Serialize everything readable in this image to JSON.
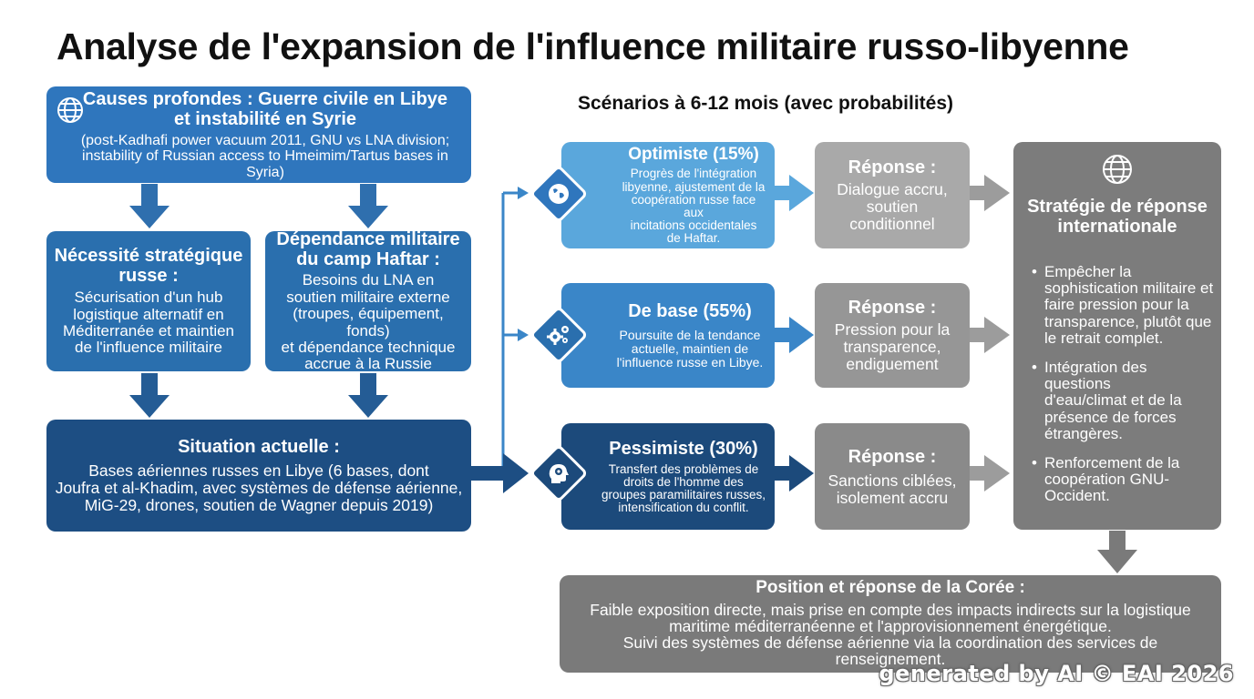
{
  "title": "Analyse de l'expansion de l'influence militaire russo-libyenne",
  "scenarios_title": "Scénarios à 6-12 mois (avec probabilités)",
  "causes": {
    "heading_line1": "Causes profondes : Guerre civile en Libye",
    "heading_line2": "et instabilité en Syrie",
    "body_line1": "(post-Kadhafi power vacuum 2011, GNU vs LNA division;",
    "body_line2": "instability of Russian access to Hmeimim/Tartus bases in Syria)",
    "icon": "globe-icon"
  },
  "necessity": {
    "heading_line1": "Nécessité stratégique",
    "heading_line2": "russe :",
    "body": [
      "Sécurisation d'un hub",
      "logistique alternatif en",
      "Méditerranée et maintien",
      "de l'influence militaire"
    ]
  },
  "dependence": {
    "heading_line1": "Dépendance militaire",
    "heading_line2": "du camp Haftar :",
    "body": [
      "Besoins du LNA en",
      "soutien militaire externe",
      "(troupes, équipement, fonds)",
      "et dépendance technique",
      "accrue à la Russie"
    ]
  },
  "current": {
    "heading": "Situation actuelle :",
    "body": [
      "Bases aériennes russes en Libye (6 bases, dont",
      "Joufra et al-Khadim, avec systèmes de défense aérienne,",
      "MiG-29, drones, soutien de Wagner depuis 2019)"
    ]
  },
  "scenarios": [
    {
      "heading": "Optimiste (15%)",
      "icon": "globe-icon",
      "body": [
        "Progrès de l'intégration",
        "libyenne, ajustement de la",
        "coopération russe face aux",
        "incitations occidentales",
        "de Haftar."
      ],
      "response_heading": "Réponse :",
      "response_body": [
        "Dialogue accru,",
        "soutien",
        "conditionnel"
      ]
    },
    {
      "heading": "De base (55%)",
      "icon": "gears-icon",
      "body": [
        "Poursuite de la tendance",
        "actuelle, maintien de",
        "l'influence russe en Libye."
      ],
      "response_heading": "Réponse :",
      "response_body": [
        "Pression pour la",
        "transparence,",
        "endiguement"
      ]
    },
    {
      "heading": "Pessimiste (30%)",
      "icon": "head-gear-icon",
      "body": [
        "Transfert des problèmes de",
        "droits de l'homme des",
        "groupes paramilitaires russes,",
        "intensification du conflit."
      ],
      "response_heading": "Réponse :",
      "response_body": [
        "Sanctions ciblées,",
        "isolement accru"
      ]
    }
  ],
  "strategy": {
    "heading_line1": "Stratégie de réponse",
    "heading_line2": "internationale",
    "icon": "globe-icon",
    "bullets": [
      [
        "Empêcher la",
        "sophistication militaire et",
        "faire pression pour la",
        "transparence, plutôt que",
        "le retrait complet."
      ],
      [
        "Intégration des questions",
        "d'eau/climat et de la",
        "présence de forces",
        "étrangères."
      ],
      [
        "Renforcement de la",
        "coopération GNU-",
        "Occident."
      ]
    ]
  },
  "korea": {
    "heading": "Position et réponse de la Corée :",
    "body": [
      "Faible exposition directe, mais prise en compte des impacts indirects sur la logistique",
      "maritime méditerranéenne et l'approvisionnement énergétique.",
      "Suivi des systèmes de défense aérienne via la coordination des services de",
      "renseignement."
    ]
  },
  "watermark": "generated by AI © EAI 2026",
  "colors": {
    "blue_primary": "#2f76bd",
    "navy": "#1d4e83",
    "light_blue": "#5aa7dc",
    "gray_box": "#8a8a8a",
    "dark_gray": "#7a7a7a"
  }
}
